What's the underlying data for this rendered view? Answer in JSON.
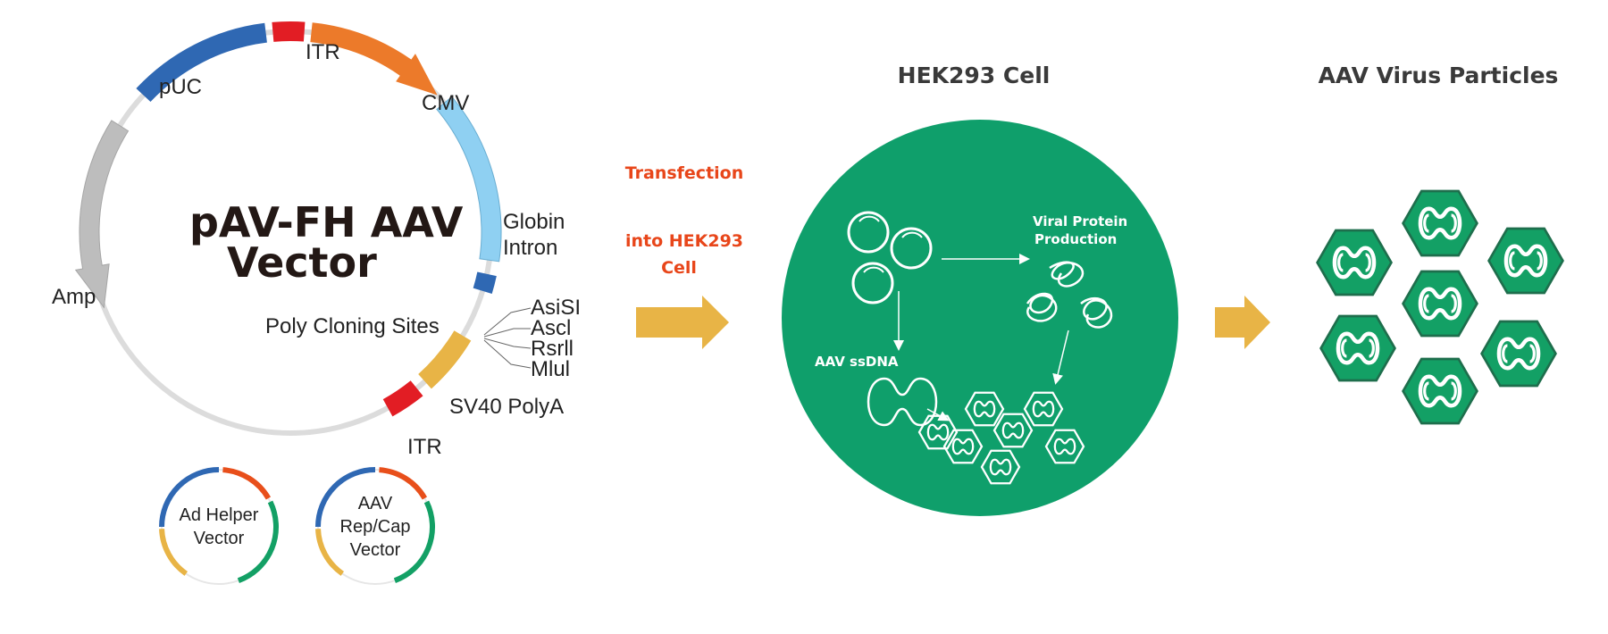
{
  "plasmid": {
    "title_line1": "pAV-FH AAV",
    "title_line2": "Vector",
    "labels": {
      "itr_top": "ITR",
      "cmv": "CMV",
      "puc": "pUC",
      "globin_line1": "Globin",
      "globin_line2": "Intron",
      "amp": "Amp",
      "poly_cloning": "Poly Cloning Sites",
      "sv40": "SV40 PolyA",
      "itr_bottom": "ITR"
    },
    "restriction_sites": [
      "AsiSI",
      "Ascl",
      "Rsrll",
      "Mlul"
    ],
    "colors": {
      "backbone": "#dcdcdc",
      "puc": "#2f68b3",
      "itr": "#e21d24",
      "cmv": "#ec7a2a",
      "globin": "#8fd0f2",
      "amp": "#bdbdbd",
      "mcs": "#2f68b3",
      "sv40": "#e8b446"
    }
  },
  "helpers": [
    {
      "lines": [
        "Ad Helper",
        "Vector"
      ]
    },
    {
      "lines": [
        "AAV",
        "Rep/Cap",
        "Vector"
      ]
    }
  ],
  "helper_colors": {
    "blue": "#2f68b3",
    "orange": "#e84f1b",
    "green": "#13a065",
    "yellow": "#e8b446"
  },
  "transfection": {
    "line1": "Transfection",
    "line2": "into HEK293",
    "line3": "Cell"
  },
  "cell": {
    "heading": "HEK293 Cell",
    "protein_line1": "Viral Protein",
    "protein_line2": "Production",
    "ssdna": "AAV ssDNA",
    "color": "#0f9f6b"
  },
  "particles": {
    "heading": "AAV Virus Particles",
    "color": "#13a065"
  },
  "arrow_color": "#e8b446"
}
